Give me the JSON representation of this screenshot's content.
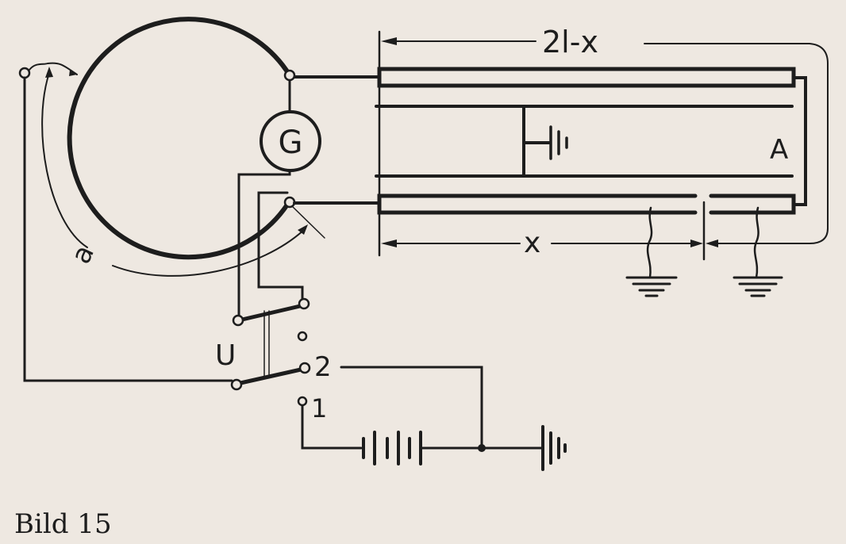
{
  "labels": {
    "galvanometer": "G",
    "arc_length": "a",
    "switch": "U",
    "contact_2": "2",
    "contact_1": "1",
    "far_end": "A",
    "dim_top": "2l-x",
    "dim_bottom": "x"
  },
  "caption": "Bild 15",
  "colors": {
    "ink": "#1d1d1d",
    "paper": "#eee8e1"
  }
}
